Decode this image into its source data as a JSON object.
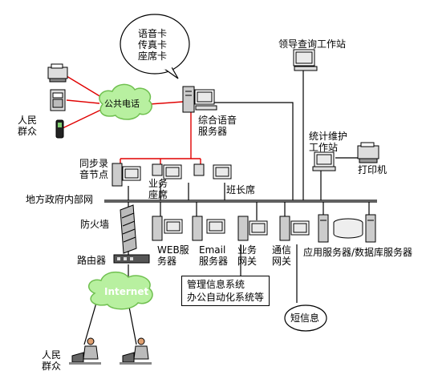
{
  "bubble": {
    "line1": "语音卡",
    "line2": "传真卡",
    "line3": "座席卡"
  },
  "cloud_phone": "公共电话",
  "cloud_internet": "Internet",
  "people_top": {
    "line1": "人民",
    "line2": "群众"
  },
  "people_bottom": {
    "line1": "人民",
    "line2": "群众"
  },
  "voice_server": {
    "line1": "综合语音",
    "line2": "服务器"
  },
  "leader_station": "领导查询工作站",
  "stats_station": {
    "line1": "统计维护",
    "line2": "工作站"
  },
  "printer": "打印机",
  "sync_node": {
    "line1": "同步录",
    "line2": "音节点"
  },
  "business_seat": {
    "line1": "业务",
    "line2": "座席"
  },
  "shift_leader": "班长席",
  "network": "地方政府内部网",
  "firewall": "防火墙",
  "router": "路由器",
  "web_server": {
    "line1": "WEB服",
    "line2": "务器"
  },
  "email_server": {
    "line1": "Email",
    "line2": "服务器"
  },
  "business_gateway": {
    "line1": "业务",
    "line2": "网关"
  },
  "comm_gateway": {
    "line1": "通信",
    "line2": "网关"
  },
  "app_db_server": "应用服务器/数据库服务器",
  "systems_box": {
    "line1": "管理信息系统",
    "line2": "办公自动化系统等"
  },
  "sms": "短信息",
  "colors": {
    "red_link": "#e00000",
    "cloud_fill": "#b8f0a0",
    "cloud_stroke": "#70c050",
    "wire": "#000000"
  }
}
